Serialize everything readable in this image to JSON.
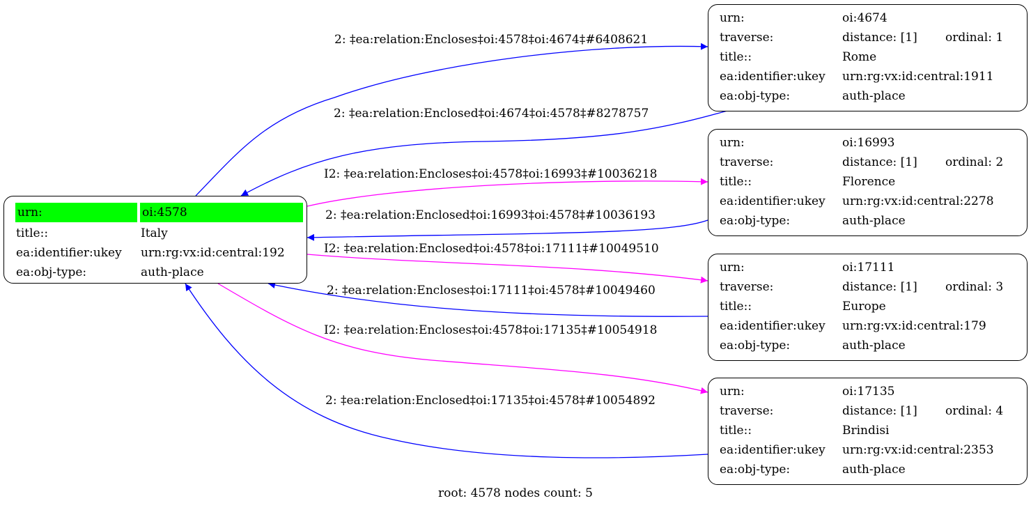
{
  "root_node": {
    "rows": [
      {
        "key": "urn:",
        "value": "oi:4578"
      },
      {
        "key": "title::",
        "value": "Italy"
      },
      {
        "key": "ea:identifier:ukey",
        "value": "urn:rg:vx:id:central:192"
      },
      {
        "key": "ea:obj-type:",
        "value": "auth-place"
      }
    ]
  },
  "child_nodes": [
    {
      "urn": "oi:4674",
      "distance": "distance: [1]",
      "ordinal": "ordinal: 1",
      "title": "Rome",
      "ukey": "urn:rg:vx:id:central:1911",
      "obj_type": "auth-place"
    },
    {
      "urn": "oi:16993",
      "distance": "distance: [1]",
      "ordinal": "ordinal: 2",
      "title": "Florence",
      "ukey": "urn:rg:vx:id:central:2278",
      "obj_type": "auth-place"
    },
    {
      "urn": "oi:17111",
      "distance": "distance: [1]",
      "ordinal": "ordinal: 3",
      "title": "Europe",
      "ukey": "urn:rg:vx:id:central:179",
      "obj_type": "auth-place"
    },
    {
      "urn": "oi:17135",
      "distance": "distance: [1]",
      "ordinal": "ordinal: 4",
      "title": "Brindisi",
      "ukey": "urn:rg:vx:id:central:2353",
      "obj_type": "auth-place"
    }
  ],
  "child_keys": {
    "urn": "urn:",
    "traverse": "traverse:",
    "title": "title::",
    "ukey": "ea:identifier:ukey",
    "obj_type": "ea:obj-type:"
  },
  "edges": [
    {
      "label": "2: ‡ea:relation:Encloses‡oi:4578‡oi:4674‡#6408621",
      "color": "#0000ff"
    },
    {
      "label": "2: ‡ea:relation:Enclosed‡oi:4674‡oi:4578‡#8278757",
      "color": "#0000ff"
    },
    {
      "label": "I2: ‡ea:relation:Encloses‡oi:4578‡oi:16993‡#10036218",
      "color": "#ff00ff"
    },
    {
      "label": "2: ‡ea:relation:Enclosed‡oi:16993‡oi:4578‡#10036193",
      "color": "#0000ff"
    },
    {
      "label": "I2: ‡ea:relation:Enclosed‡oi:4578‡oi:17111‡#10049510",
      "color": "#ff00ff"
    },
    {
      "label": "2: ‡ea:relation:Encloses‡oi:17111‡oi:4578‡#10049460",
      "color": "#0000ff"
    },
    {
      "label": "I2: ‡ea:relation:Encloses‡oi:4578‡oi:17135‡#10054918",
      "color": "#ff00ff"
    },
    {
      "label": "2: ‡ea:relation:Enclosed‡oi:17135‡oi:4578‡#10054892",
      "color": "#0000ff"
    }
  ],
  "highlight_color": "#00ff00",
  "footer": "root: 4578 nodes count: 5"
}
